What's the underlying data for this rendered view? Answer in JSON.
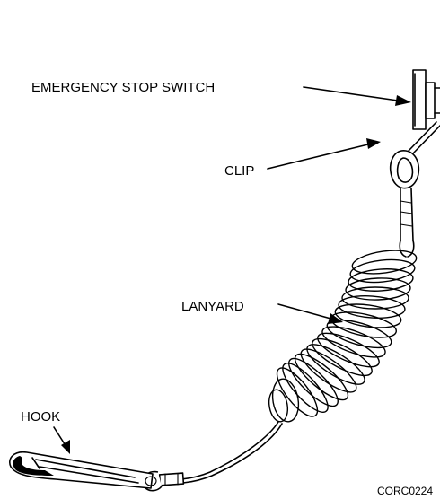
{
  "labels": {
    "emergency_stop_switch": "EMERGENCY STOP SWITCH",
    "clip": "CLIP",
    "lanyard": "LANYARD",
    "hook": "HOOK"
  },
  "figure_id": "CORC0224",
  "colors": {
    "line": "#000000",
    "background": "#ffffff"
  }
}
